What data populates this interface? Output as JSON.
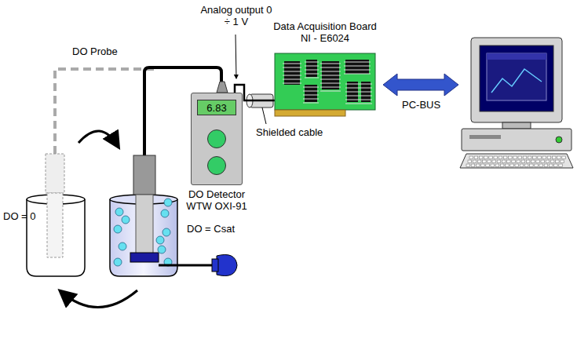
{
  "diagram": {
    "nodes": [
      {
        "text": [
          "6.83",
          "DO Detector WTW OXI-91"
        ]
      },
      {
        "text": [
          "Data Acquisition Board NI - E6024"
        ]
      }
    ],
    "edges": [
      {
        "from": 0,
        "to": 1,
        "arrow": "none"
      }
    ],
    "labels": [
      "Analog output 0 ÷ 1 V",
      "DO Probe",
      "Shielded cable",
      "PC-BUS",
      "DO = 0",
      "DO = Csat"
    ]
  }
}
